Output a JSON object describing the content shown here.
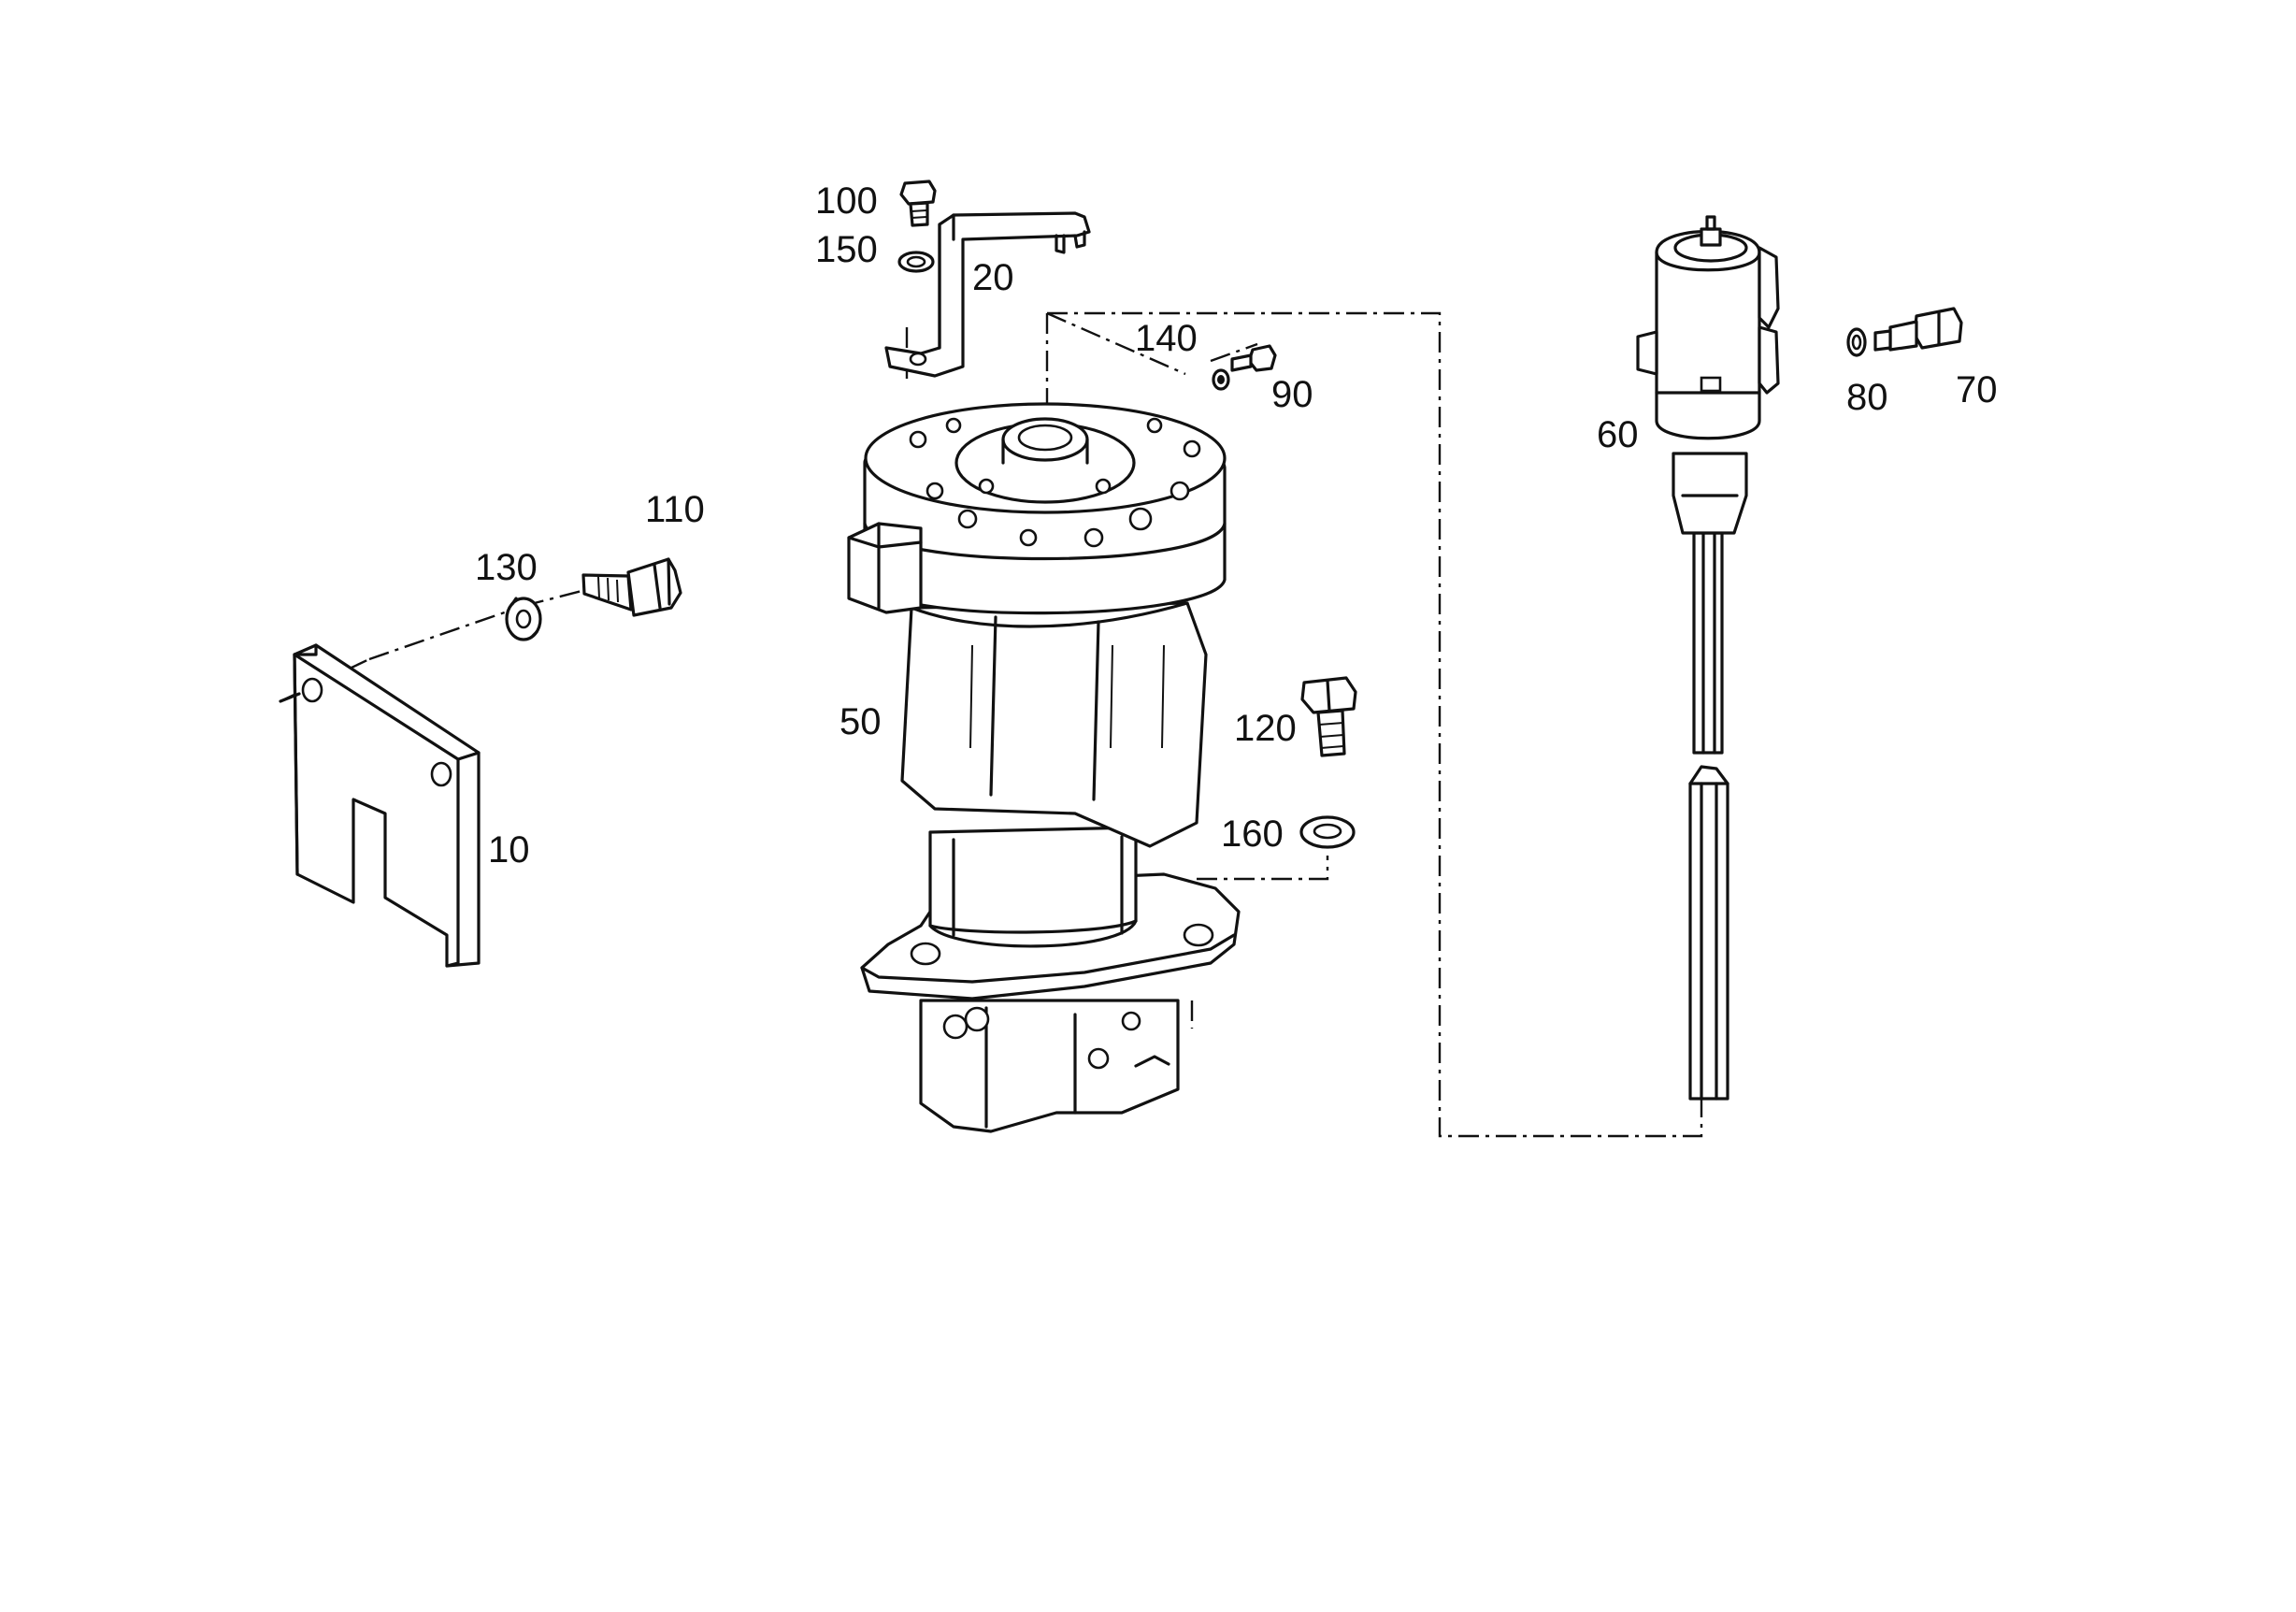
{
  "part_labels": {
    "p10": "10",
    "p20": "20",
    "p50": "50",
    "p60": "60",
    "p70": "70",
    "p80": "80",
    "p90": "90",
    "p100": "100",
    "p110": "110",
    "p120": "120",
    "p130": "130",
    "p140": "140",
    "p150": "150",
    "p160": "160"
  }
}
